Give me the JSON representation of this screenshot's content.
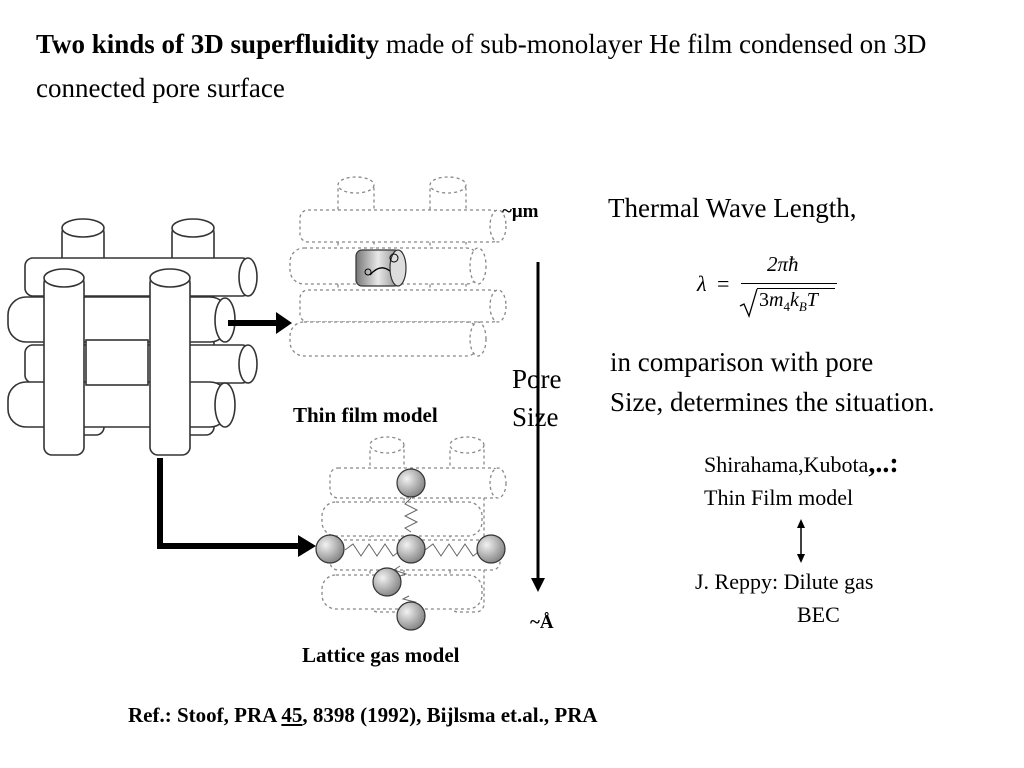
{
  "title": {
    "bold": "Two kinds of 3D superfluidity",
    "rest": " made of sub-monolayer He film condensed on 3D connected pore surface"
  },
  "scale": {
    "top": "~μm",
    "bottom": "~Å",
    "label_line1": "Pore",
    "label_line2": "Size"
  },
  "models": {
    "thin_film": "Thin film model",
    "lattice_gas": "Lattice gas model"
  },
  "right": {
    "thermal_wave": "Thermal Wave Length,",
    "formula": {
      "lhs": "λ",
      "eq": "=",
      "numerator": "2πħ",
      "denominator_coef": "3",
      "m": "m",
      "m_sub": "4",
      "k": "k",
      "k_sub": "B",
      "T": "T"
    },
    "comparison_line1": "in comparison with pore",
    "comparison_line2": "Size, determines the situation.",
    "shirahama": "Shirahama,Kubota",
    "shirahama_suffix": ",..:",
    "thin_film_model": "Thin Film model",
    "reppy_line1": "J. Reppy: Dilute gas",
    "reppy_line2": "BEC"
  },
  "reference": {
    "prefix": "Ref.: Stoof, PRA ",
    "volume": "45",
    "suffix": ", 8398 (1992),  Bijlsma et.al., PRA"
  }
}
